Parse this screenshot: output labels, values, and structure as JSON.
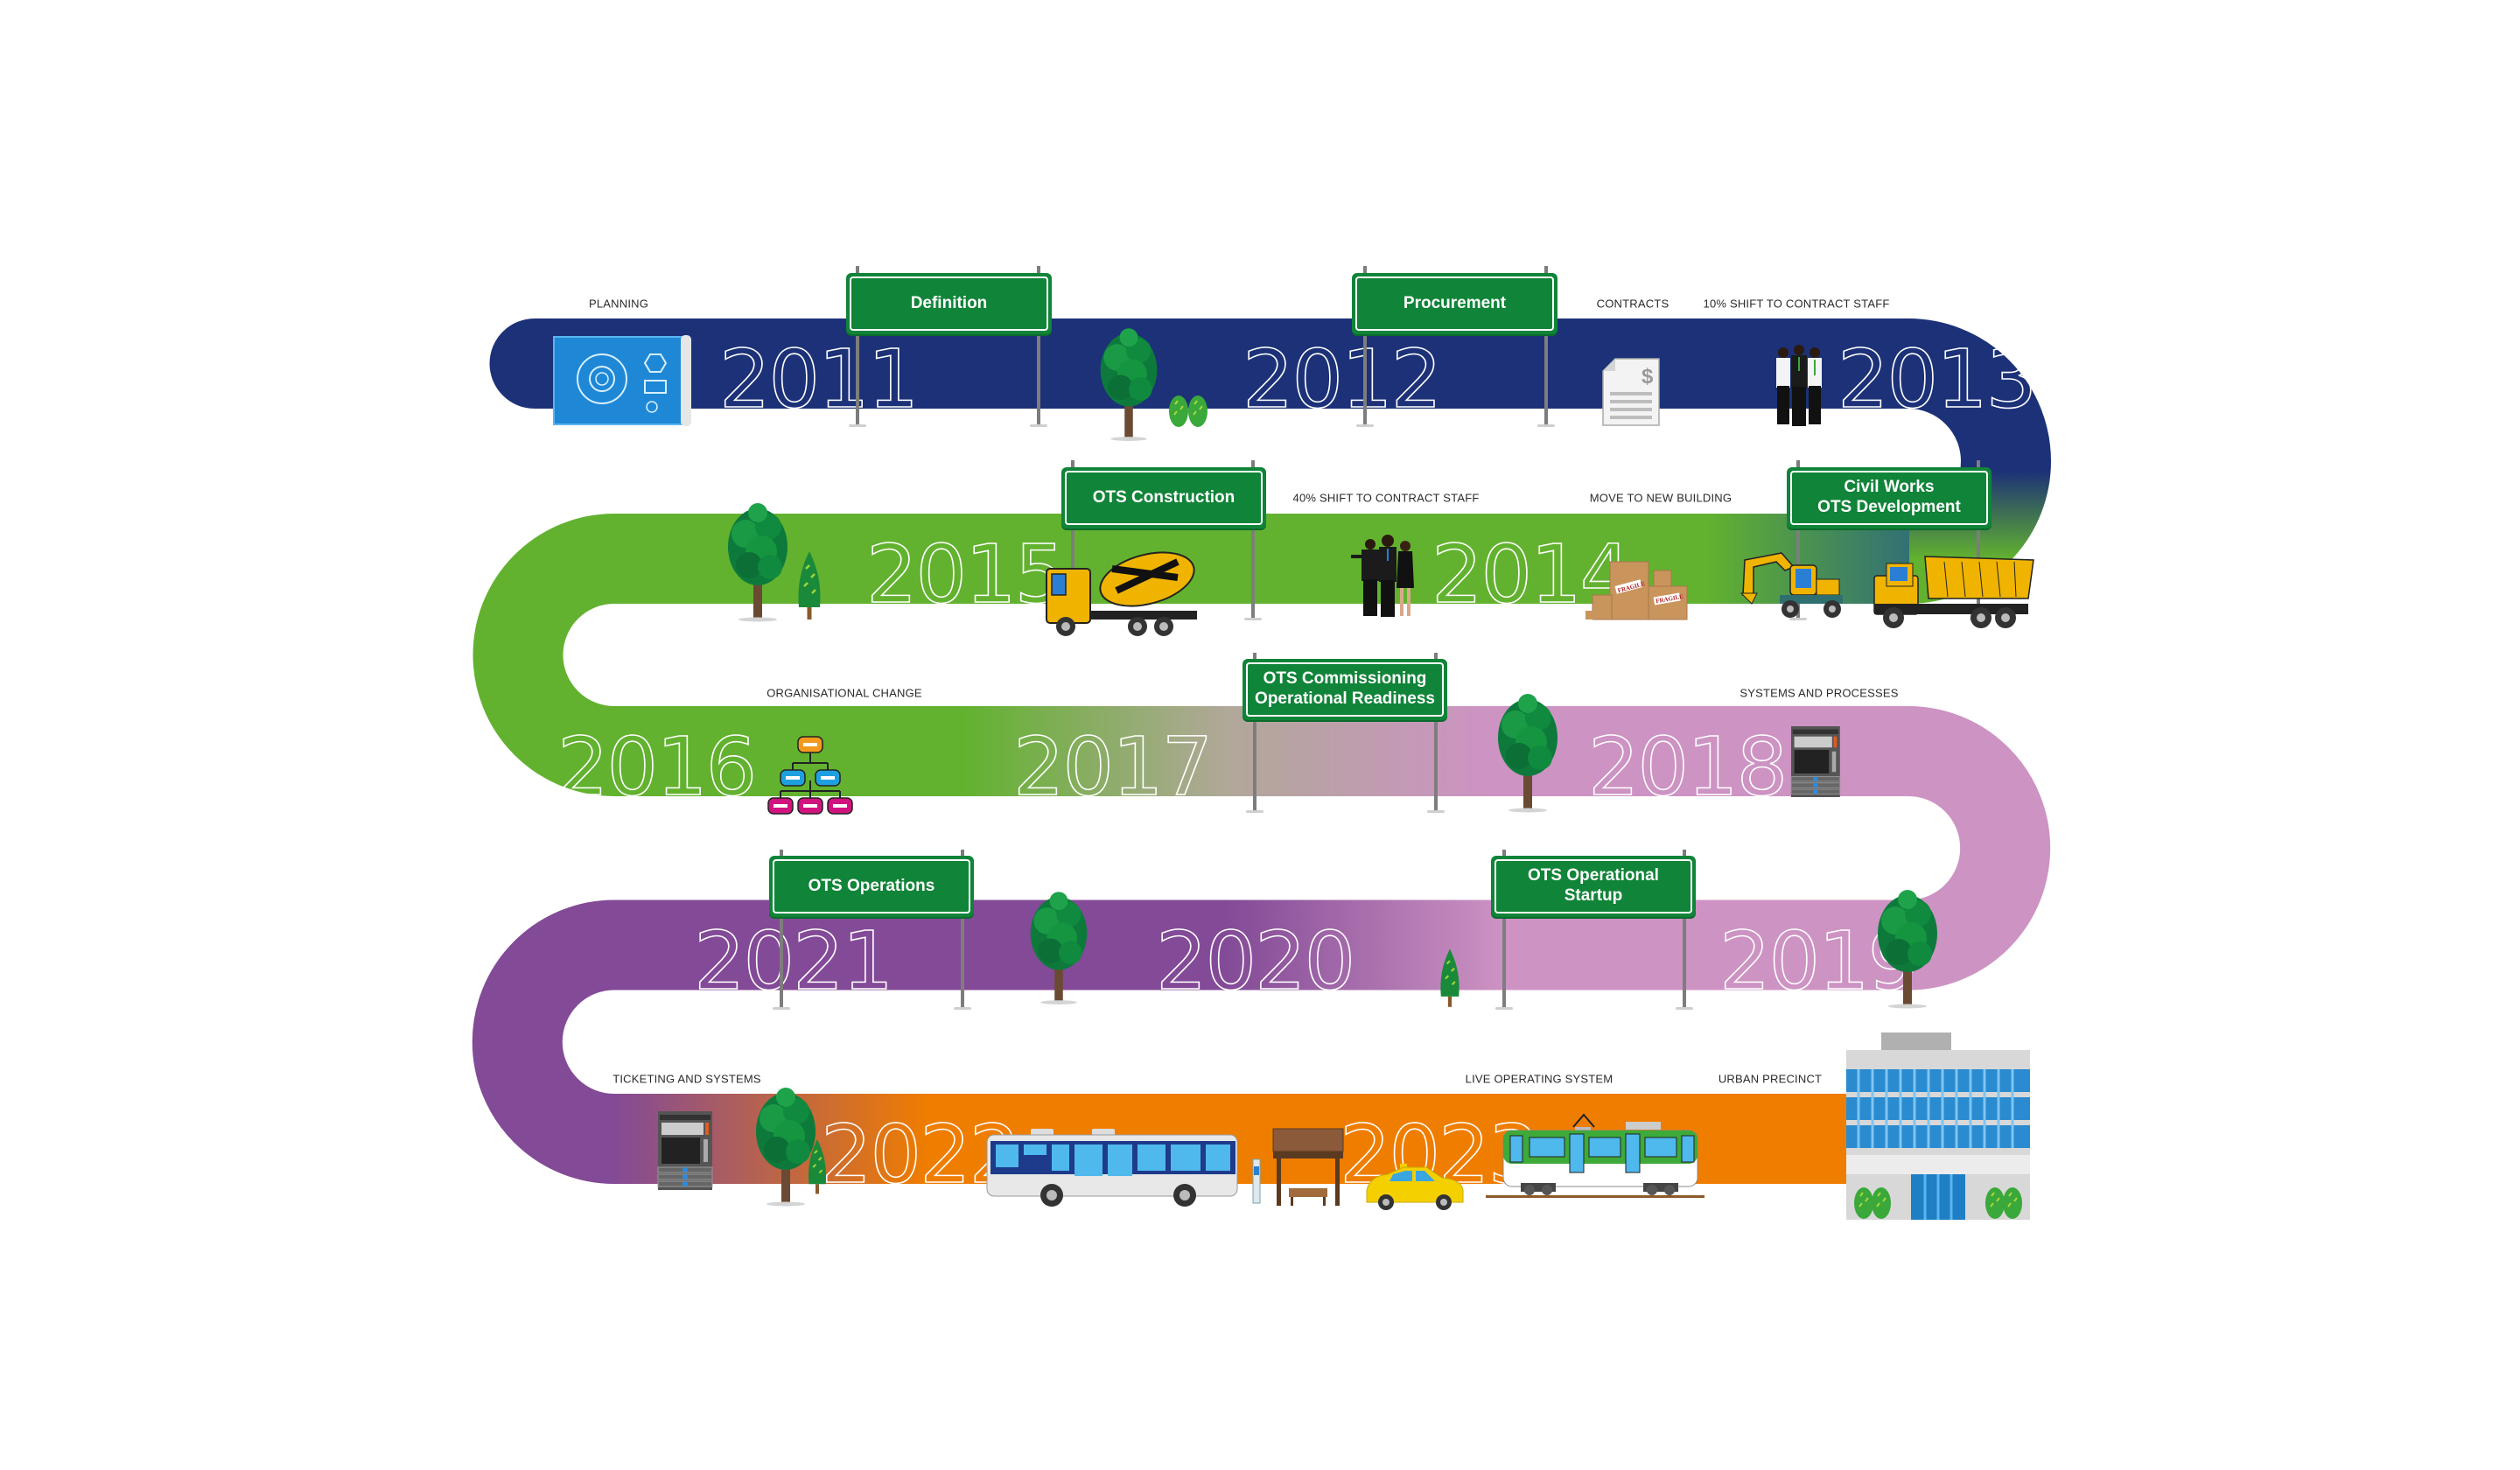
{
  "colors": {
    "road_navy": "#1c3177",
    "road_green": "#62b22f",
    "road_pink": "#cd93c3",
    "road_purple": "#834a97",
    "road_orange": "#ef7d00",
    "sign_green": "#108438",
    "year_text": "#ffffff",
    "label_text": "#2a2a2a"
  },
  "years": {
    "y2011": "2011",
    "y2012": "2012",
    "y2013": "2013",
    "y2014": "2014",
    "y2015": "2015",
    "y2016": "2016",
    "y2017": "2017",
    "y2018": "2018",
    "y2019": "2019",
    "y2020": "2020",
    "y2021": "2021",
    "y2022": "2022",
    "y2023": "2023"
  },
  "signs": {
    "definition": "Definition",
    "procurement": "Procurement",
    "ots_construction": "OTS Construction",
    "civil_works": "Civil Works\nOTS Development",
    "ots_commissioning": "OTS Commissioning\nOperational Readiness",
    "ots_operations": "OTS Operations",
    "ots_startup": "OTS Operational\nStartup"
  },
  "labels": {
    "planning": "PLANNING",
    "contracts": "CONTRACTS",
    "shift_10": "10% SHIFT TO CONTRACT STAFF",
    "shift_40": "40% SHIFT TO CONTRACT STAFF",
    "move_building": "MOVE TO NEW BUILDING",
    "org_change": "ORGANISATIONAL CHANGE",
    "systems_processes": "SYSTEMS AND PROCESSES",
    "ticketing": "TICKETING AND SYSTEMS",
    "live_system": "LIVE OPERATING SYSTEM",
    "urban_precinct": "URBAN PRECINCT"
  },
  "icons": {
    "blueprint": "blueprint-icon",
    "tree": "tree-icon",
    "shrub": "shrub-icon",
    "contract": "contract-document-icon",
    "staff": "people-group-icon",
    "mixer": "cement-mixer-truck-icon",
    "boxes": "fragile-boxes-icon",
    "excavator": "excavator-icon",
    "dump_truck": "dump-truck-icon",
    "org_chart": "org-chart-icon",
    "server": "server-rack-icon",
    "bus": "bus-icon",
    "shelter": "bus-shelter-icon",
    "taxi": "taxi-icon",
    "tram": "tram-icon",
    "building": "office-building-icon"
  },
  "fragile_text": "FRAGILE"
}
